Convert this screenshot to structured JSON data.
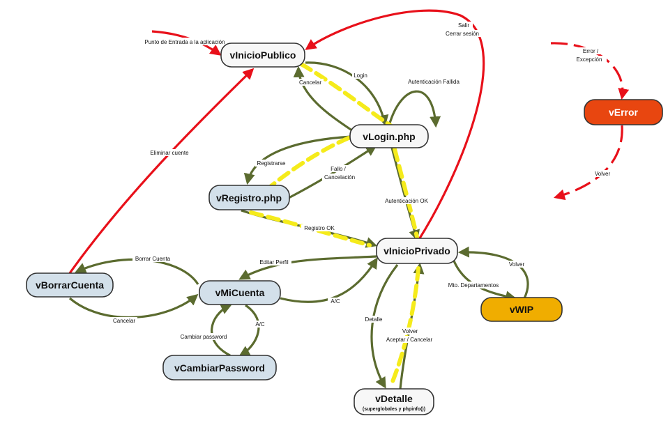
{
  "diagram": {
    "nodes": {
      "vInicioPublico": {
        "title": "vInicioPublico",
        "fill": "#f7f7f7"
      },
      "vLogin": {
        "title": "vLogin.php",
        "fill": "#f7f7f7"
      },
      "vRegistro": {
        "title": "vRegistro.php",
        "fill": "#d3e0ea"
      },
      "vInicioPrivado": {
        "title": "vInicioPrivado",
        "fill": "#f7f7f7"
      },
      "vBorrarCuenta": {
        "title": "vBorrarCuenta",
        "fill": "#d3e0ea"
      },
      "vMiCuenta": {
        "title": "vMiCuenta",
        "fill": "#d3e0ea"
      },
      "vCambiarPassword": {
        "title": "vCambiarPassword",
        "fill": "#d3e0ea"
      },
      "vDetalle": {
        "title": "vDetalle",
        "subtitle": "(superglobales y phpinfo())",
        "fill": "#f7f7f7"
      },
      "vWIP": {
        "title": "vWIP",
        "fill": "#f0ad00"
      },
      "vError": {
        "title": "vError",
        "fill": "#e84610"
      }
    },
    "edge_labels": {
      "entry": "Punto de Entrada a la aplicación",
      "salir_1": "Salir",
      "salir_2": "Cerrar sesión",
      "login": "Login",
      "cancelar_login": "Cancelar",
      "auth_fallida": "Autenticación Fallida",
      "registrarse": "Registrarse",
      "fallo_1": "Fallo /",
      "fallo_2": "Cancelación",
      "auth_ok": "Autenticación OK",
      "registro_ok": "Registro OK",
      "eliminar_cuenta": "Eliminar cuente",
      "borrar_cuenta": "Borrar Cuenta",
      "editar_perfil": "Editar Perfil",
      "cancelar_borrar": "Cancelar",
      "ac_micuenta": "A/C",
      "cambiar_password": "Cambiar password",
      "ac_password": "A/C",
      "detalle": "Detalle",
      "volver_detalle": "Volver",
      "aceptar_cancelar": "Aceptar / Cancelar",
      "mto_departamentos": "Mto. Departamentos",
      "volver_wip": "Volver",
      "error_1": "Error /",
      "error_2": "Excepción",
      "volver_error": "Volver"
    },
    "colors": {
      "flow_edge": "#5b6b2f",
      "session_edge": "#e8101a",
      "highlight": "#f5eb1b",
      "node_border": "#333333",
      "error_text": "#ffffff"
    }
  }
}
